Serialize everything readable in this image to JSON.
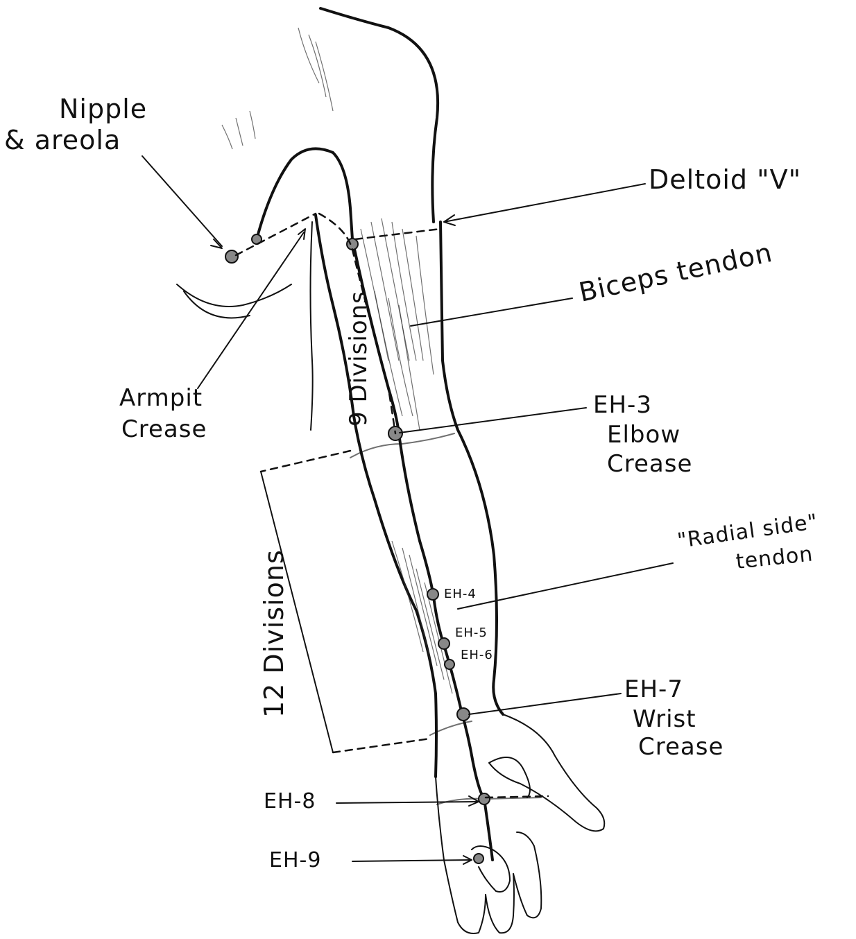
{
  "labels": {
    "nipple": "Nipple",
    "areola": "& areola",
    "deltoid": "Deltoid \"V\"",
    "biceps": "Biceps tendon",
    "armpit": "Armpit",
    "armpit_crease": "Crease",
    "eh3": "EH-3",
    "elbow": "Elbow",
    "elbow_crease": "Crease",
    "radial1": "\"Radial side\"",
    "radial2": "tendon",
    "eh7": "EH-7",
    "wrist": "Wrist",
    "wrist_crease": "Crease",
    "eh8": "EH-8",
    "eh9": "EH-9",
    "divisions_9": "9 Divisions",
    "divisions_12": "12 Divisions",
    "eh4": "EH-4",
    "eh5": "EH-5",
    "eh6": "EH-6"
  },
  "colors": {
    "ink": "#111111",
    "paper": "#ffffff"
  }
}
